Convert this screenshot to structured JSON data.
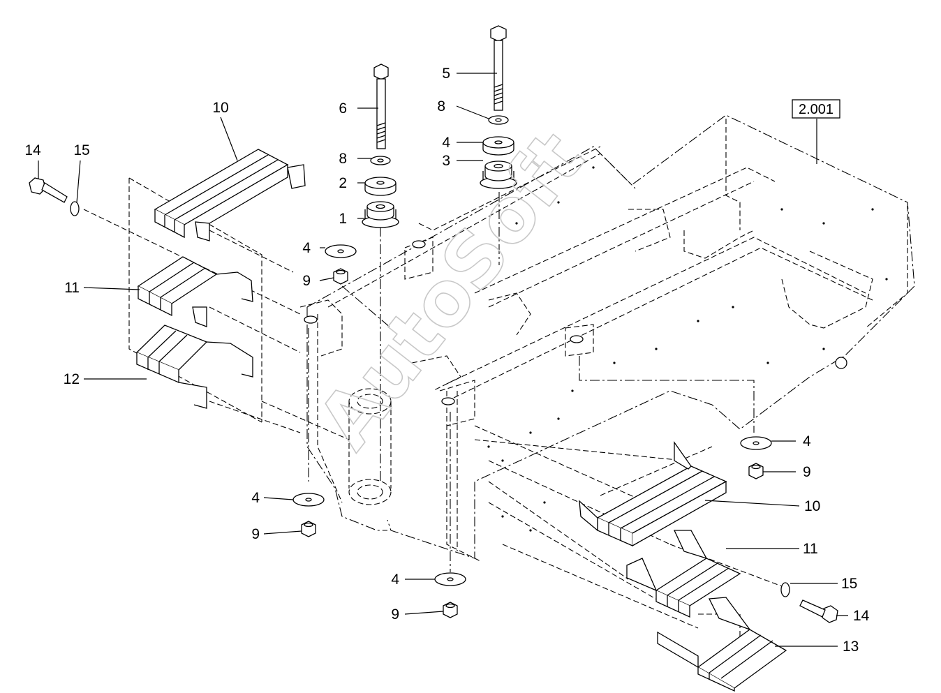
{
  "watermark": "AutoSoft",
  "reference_box": "2.001",
  "callouts": {
    "c1": "1",
    "c2": "2",
    "c3": "3",
    "c4_top": "4",
    "c4_right_top": "4",
    "c4_left": "4",
    "c4_right": "4",
    "c4_bottom": "4",
    "c5": "5",
    "c6": "6",
    "c8_left": "8",
    "c8_right": "8",
    "c9_left_top": "9",
    "c9_left": "9",
    "c9_right": "9",
    "c9_bottom": "9",
    "c10_left": "10",
    "c10_right": "10",
    "c11_left": "11",
    "c11_right": "11",
    "c12": "12",
    "c13": "13",
    "c14_left": "14",
    "c14_right": "14",
    "c15_left": "15",
    "c15_right": "15"
  }
}
